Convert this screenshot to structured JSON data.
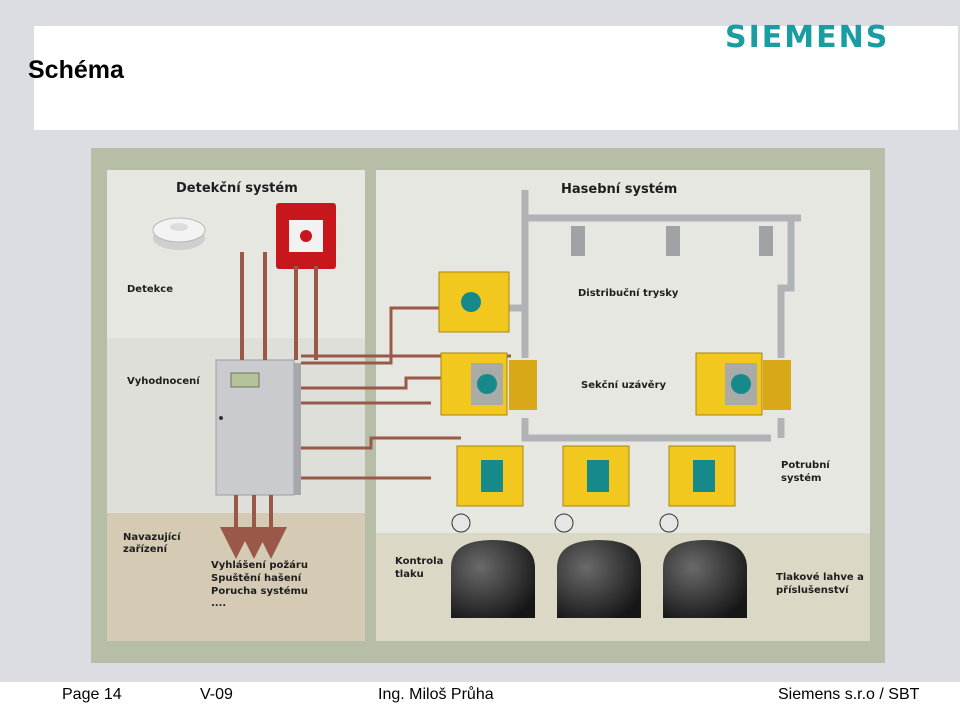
{
  "header": {
    "title": "Schéma",
    "logo": "SIEMENS",
    "logo_color": "#199da3"
  },
  "diagram": {
    "detection_title": "Detekční systém",
    "extinguishing_title": "Hasební systém",
    "labels": {
      "detekce": "Detekce",
      "vyhodnoceni": "Vyhodnocení",
      "navazujici_1": "Navazující",
      "navazujici_2": "zařízení",
      "vyhlaseni": "Vyhlášení požáru",
      "spusteni": "Spuštění hašení",
      "porucha": "Porucha systému",
      "dots": "....",
      "kontrola_1": "Kontrola",
      "kontrola_2": "tlaku",
      "distribucni": "Distribuční trysky",
      "sekcni": "Sekční uzávěry",
      "potrubni_1": "Potrubní",
      "potrubni_2": "systém",
      "tlakove_1": "Tlakové lahve a",
      "tlakove_2": "příslušenství"
    },
    "colors": {
      "wire": "#9a5848",
      "pipe": "#b0b3b6",
      "valve": "#f2c81e",
      "teal": "#16898b",
      "cylinder": "#2b2b2b"
    }
  },
  "footer": {
    "page": "Page 14",
    "version": "V-09",
    "author": "Ing. Miloš Průha",
    "company": "Siemens s.r.o / SBT"
  }
}
